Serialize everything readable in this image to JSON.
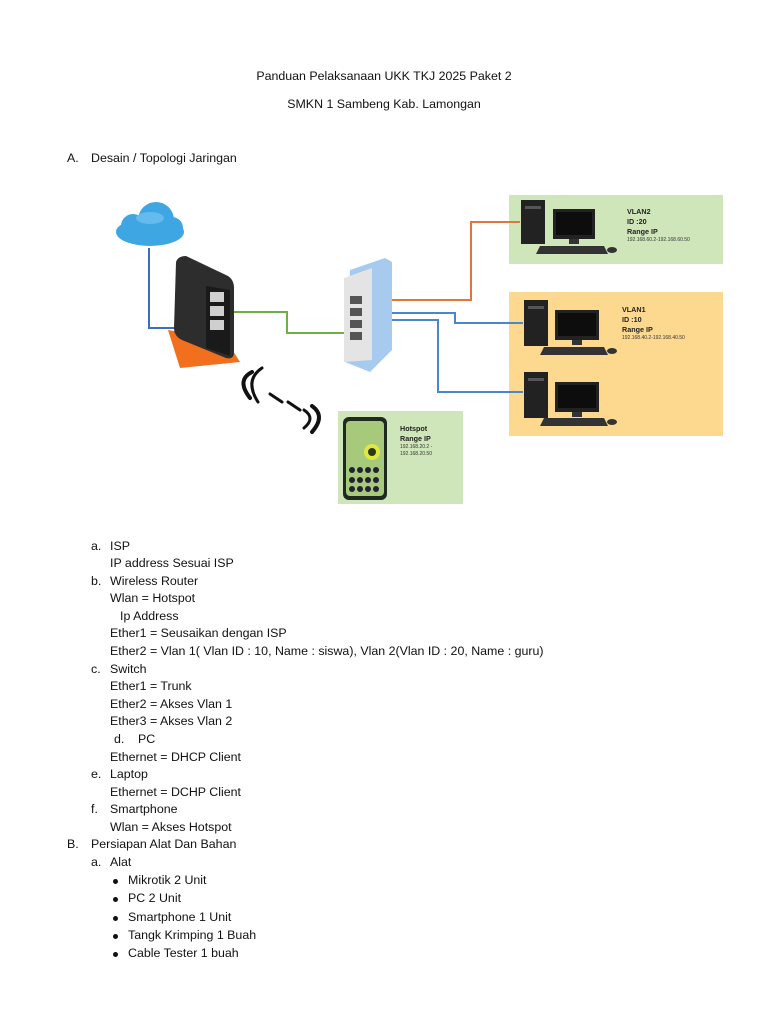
{
  "header": {
    "title": "Panduan Pelaksanaan UKK TKJ 2025 Paket 2",
    "school": "SMKN 1 Sambeng Kab. Lamongan"
  },
  "section_a": {
    "marker": "A.",
    "title": "Desain / Topologi Jaringan"
  },
  "diagram": {
    "vlan2": {
      "name": "VLAN2",
      "id": "ID :20",
      "range_label": "Range IP",
      "range": "192.168.60.2-192.168.60.50",
      "color": "#cfe6bb"
    },
    "vlan1": {
      "name": "VLAN1",
      "id": "ID :10",
      "range_label": "Range IP",
      "range": "192.168.40.2-192.168.40.50",
      "color": "#fdd990"
    },
    "hotspot": {
      "name": "Hotspot",
      "range_label": "Range IP",
      "range_line1": "192.168.20.2 -",
      "range_line2": "192.168.20.50",
      "color": "#cfe6bb"
    }
  },
  "list": {
    "a": {
      "marker": "a.",
      "title": "ISP",
      "lines": [
        "IP address Sesuai ISP"
      ]
    },
    "b": {
      "marker": "b.",
      "title": "Wireless Router",
      "lines": [
        "Wlan = Hotspot",
        "Ip Address",
        "Ether1 = Seusaikan dengan ISP",
        "Ether2 = Vlan 1( Vlan ID : 10, Name : siswa), Vlan 2(Vlan ID : 20, Name : guru)"
      ]
    },
    "c": {
      "marker": "c.",
      "title": "Switch",
      "lines": [
        "Ether1 = Trunk",
        "Ether2 = Akses Vlan 1",
        "Ether3 = Akses Vlan 2"
      ]
    },
    "d": {
      "marker": "d.",
      "title": "PC",
      "lines": [
        "Ethernet = DHCP Client"
      ]
    },
    "e": {
      "marker": "e.",
      "title": "Laptop",
      "lines": [
        "Ethernet = DCHP Client"
      ]
    },
    "f": {
      "marker": "f.",
      "title": "Smartphone",
      "lines": [
        "Wlan = Akses Hotspot"
      ]
    }
  },
  "section_b": {
    "marker": "B.",
    "title": "Persiapan Alat Dan Bahan",
    "sub": {
      "marker": "a.",
      "title": "Alat",
      "items": [
        "Mikrotik 2 Unit",
        "PC 2 Unit",
        "Smartphone 1 Unit",
        "Tangk Krimping 1 Buah",
        "Cable Tester 1 buah"
      ]
    }
  }
}
